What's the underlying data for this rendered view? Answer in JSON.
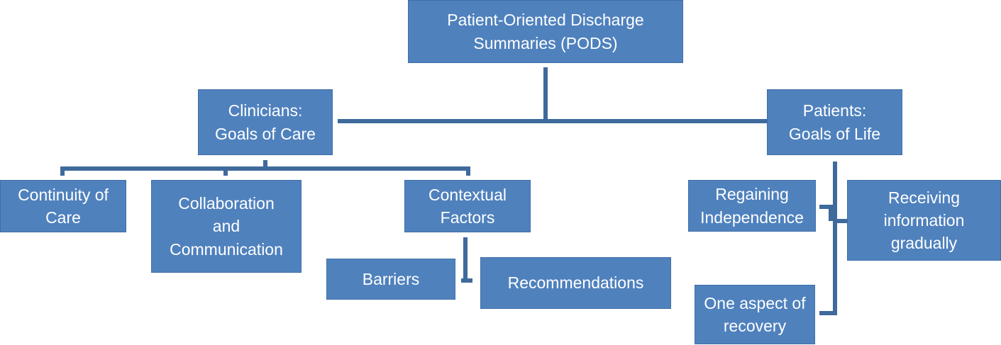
{
  "root": {
    "line1": "Patient-Oriented Discharge",
    "line2": "Summaries (PODS)"
  },
  "clinicians": {
    "line1": "Clinicians:",
    "line2": "Goals of Care",
    "children": {
      "continuity": {
        "line1": "Continuity of",
        "line2": "Care"
      },
      "collaboration": {
        "line1": "Collaboration",
        "line2": "and",
        "line3": "Communication"
      },
      "contextual": {
        "line1": "Contextual",
        "line2": "Factors",
        "children": {
          "barriers": "Barriers",
          "recommendations": "Recommendations"
        }
      }
    }
  },
  "patients": {
    "line1": "Patients:",
    "line2": "Goals of Life",
    "children": {
      "regaining": {
        "line1": "Regaining",
        "line2": "Independence"
      },
      "receiving": {
        "line1": "Receiving",
        "line2": "information",
        "line3": "gradually"
      },
      "one_aspect": {
        "line1": "One aspect of",
        "line2": "recovery"
      }
    }
  },
  "colors": {
    "box_fill": "#4f81bd",
    "connector": "#3e6a9c",
    "text": "#ffffff"
  }
}
